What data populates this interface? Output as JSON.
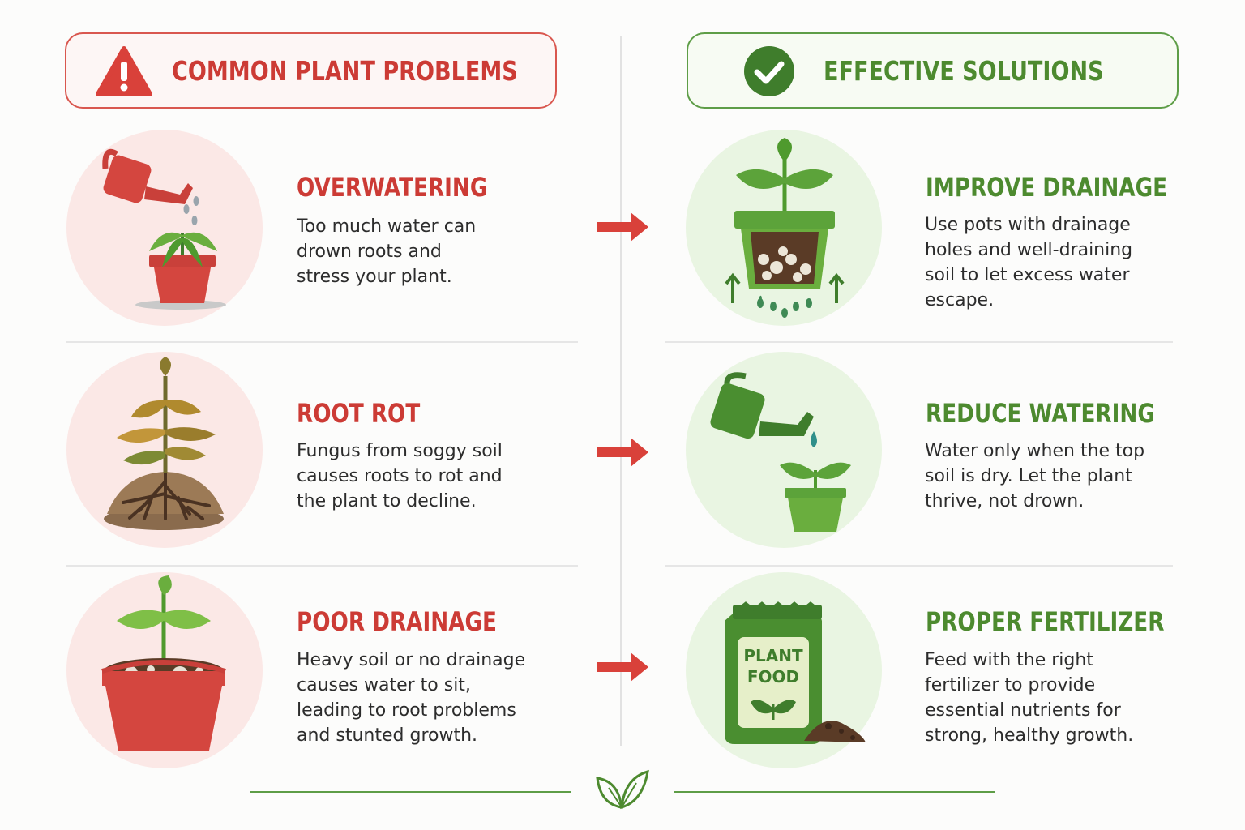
{
  "problems_header": {
    "title": "COMMON PLANT PROBLEMS",
    "icon": "warning-icon",
    "color": "#cc3b35"
  },
  "solutions_header": {
    "title": "EFFECTIVE SOLUTIONS",
    "icon": "checkmark-icon",
    "color": "#4d8a2f"
  },
  "problems": [
    {
      "title": "OVERWATERING",
      "description": "Too much water can\ndrown roots and\nstress your plant.",
      "icon": "watering-can-wilting-plant-icon"
    },
    {
      "title": "ROOT ROT",
      "description": "Fungus from soggy soil\ncauses roots to rot and\nthe plant to decline.",
      "icon": "rotting-roots-plant-icon"
    },
    {
      "title": "POOR DRAINAGE",
      "description": "Heavy soil or no drainage\ncauses water to sit,\nleading to root problems\nand stunted growth.",
      "icon": "heavy-soil-pot-icon"
    }
  ],
  "solutions": [
    {
      "title": "IMPROVE DRAINAGE",
      "description": "Use pots with drainage\nholes and well-draining\nsoil to let excess water\nescape.",
      "icon": "draining-pot-icon"
    },
    {
      "title": "REDUCE WATERING",
      "description": "Water only when the top\nsoil is dry. Let the plant\nthrive, not drown.",
      "icon": "watering-can-droplet-icon"
    },
    {
      "title": "PROPER FERTILIZER",
      "description": "Feed with the right\nfertilizer to provide\nessential nutrients for\nstrong, healthy growth.",
      "icon": "fertilizer-bag-icon",
      "bag_label_line1": "PLANT",
      "bag_label_line2": "FOOD"
    }
  ],
  "footer": {
    "icon": "leaf-icon"
  }
}
